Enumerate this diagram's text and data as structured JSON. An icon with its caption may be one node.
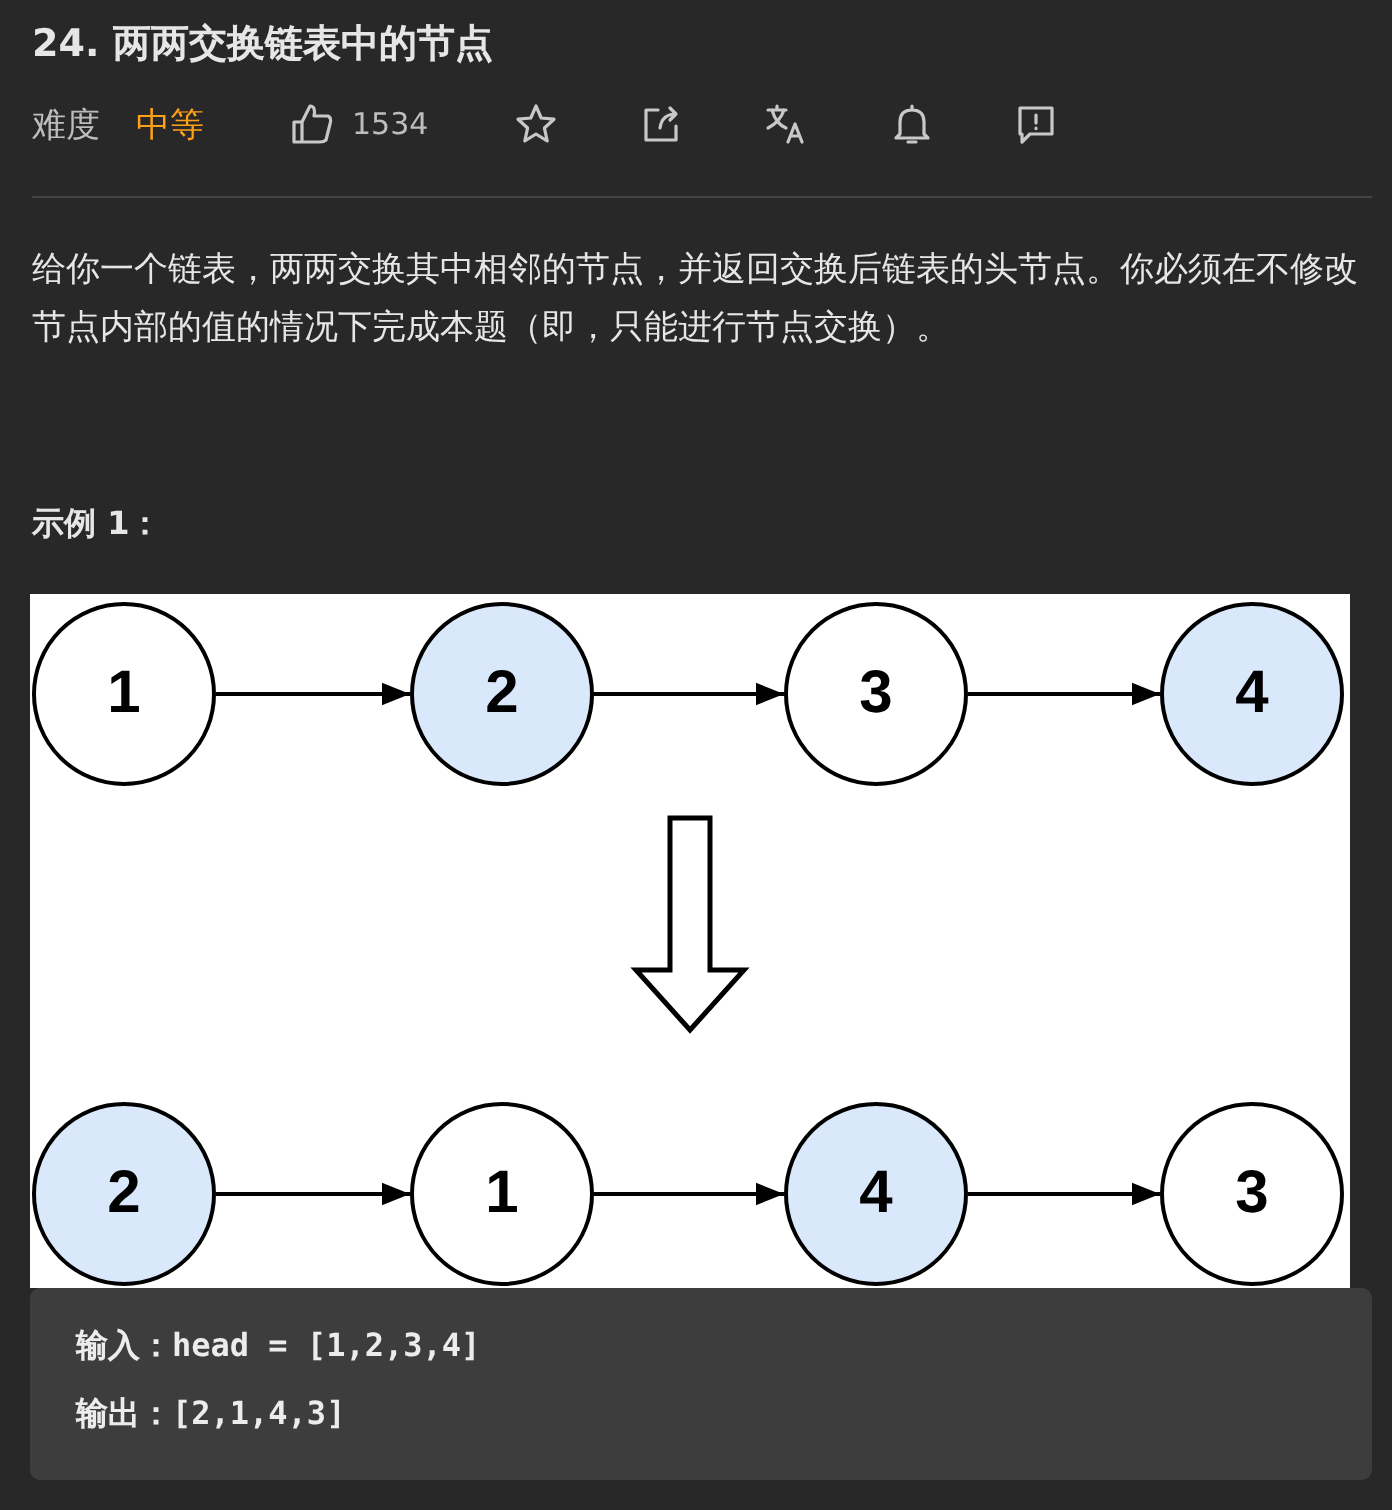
{
  "diagram": {
    "title": "24. 两两交换链表中的节点",
    "nodes": [
      {
        "text": [
          "1"
        ]
      },
      {
        "text": [
          "2"
        ]
      },
      {
        "text": [
          "3"
        ]
      },
      {
        "text": [
          "4"
        ]
      },
      {
        "text": [
          "2"
        ]
      },
      {
        "text": [
          "1"
        ]
      },
      {
        "text": [
          "4"
        ]
      },
      {
        "text": [
          "3"
        ]
      }
    ],
    "edges": [
      {
        "from": 0,
        "to": 1,
        "arrow": "to"
      },
      {
        "from": 1,
        "to": 2,
        "arrow": "to"
      },
      {
        "from": 2,
        "to": 3,
        "arrow": "to"
      },
      {
        "from": 4,
        "to": 5,
        "arrow": "to"
      },
      {
        "from": 5,
        "to": 6,
        "arrow": "to"
      },
      {
        "from": 6,
        "to": 7,
        "arrow": "to"
      }
    ],
    "labels": [
      "难度",
      "中等",
      "1534",
      "给你一个链表，两两交换其中相邻的节点，并返回交换后链表的头节点。你必须在不修改节点内部的值的情况下完成本题（即，只能进行节点交换）。",
      "示例 1：",
      "输入：head = [1,2,3,4]",
      "输出：[2,1,4,3]"
    ]
  }
}
